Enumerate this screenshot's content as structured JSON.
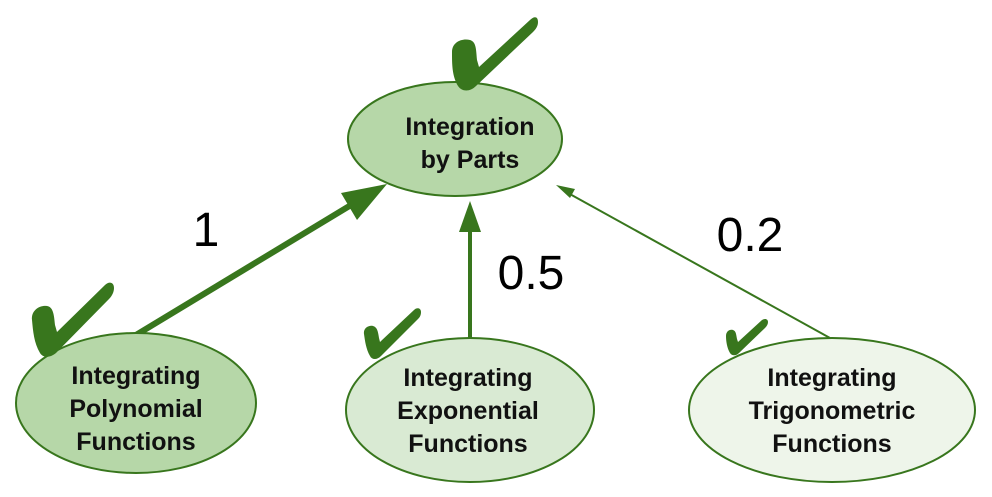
{
  "colors": {
    "stroke": "#38761d",
    "check": "#38761d",
    "text": "#111111"
  },
  "nodes": [
    {
      "id": "ibp",
      "lines": [
        "Integration",
        "by Parts"
      ],
      "fill": "#b6d7a8",
      "checked": true,
      "check_size": "large"
    },
    {
      "id": "poly",
      "lines": [
        "Integrating",
        "Polynomial",
        "Functions"
      ],
      "fill": "#b6d7a8",
      "checked": true,
      "check_size": "large"
    },
    {
      "id": "exp",
      "lines": [
        "Integrating",
        "Exponential",
        "Functions"
      ],
      "fill": "#d9ead3",
      "checked": true,
      "check_size": "medium"
    },
    {
      "id": "trig",
      "lines": [
        "Integrating",
        "Trigonometric",
        "Functions"
      ],
      "fill": "#eef5ea",
      "checked": true,
      "check_size": "small"
    }
  ],
  "edges": [
    {
      "from": "poly",
      "to": "ibp",
      "weight": 1,
      "label": "1"
    },
    {
      "from": "exp",
      "to": "ibp",
      "weight": 0.5,
      "label": "0.5"
    },
    {
      "from": "trig",
      "to": "ibp",
      "weight": 0.2,
      "label": "0.2"
    }
  ]
}
